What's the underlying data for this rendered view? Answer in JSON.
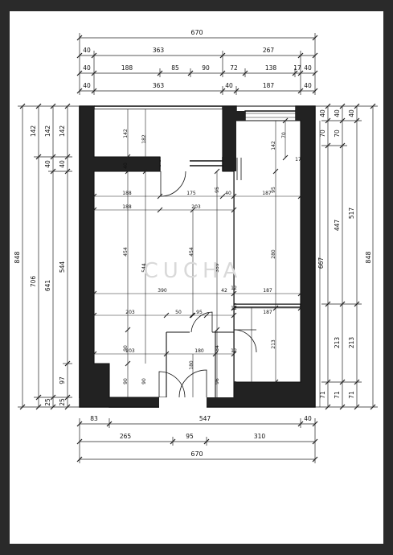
{
  "diagram": {
    "watermark": "CUCHA",
    "top_dims": {
      "row1": [
        "670"
      ],
      "row2": [
        "40",
        "363",
        "267"
      ],
      "row3": [
        "40",
        "188",
        "85",
        "90",
        "72",
        "138",
        "17",
        "40"
      ],
      "row4": [
        "40",
        "363",
        "40",
        "187",
        "40"
      ]
    },
    "bottom_dims": {
      "row1": [
        "83",
        "547",
        "40"
      ],
      "row2": [
        "265",
        "95",
        "310"
      ],
      "row3": [
        "670"
      ]
    },
    "left_dims": {
      "col1": [
        "848"
      ],
      "col2": [
        "142",
        "706"
      ],
      "col3": [
        "142",
        "40",
        "641",
        "25"
      ],
      "col4": [
        "142",
        "40",
        "544",
        "97",
        "25"
      ]
    },
    "right_dims": {
      "col1": [
        "40",
        "70",
        "447",
        "213",
        "71"
      ],
      "col2": [
        "40",
        "70",
        "517",
        "71"
      ],
      "col3": [
        "40",
        "213",
        "71"
      ],
      "col4": [
        "848"
      ]
    },
    "inner_labels": {
      "l142a": "142",
      "l182": "182",
      "l40a": "40",
      "l188a": "188",
      "l175": "175",
      "l95a": "95",
      "l40b": "40",
      "l187a": "187",
      "l95b": "95",
      "l188b": "188",
      "l203a": "203",
      "l454a": "454",
      "l544": "544",
      "l454b": "454",
      "l359": "359",
      "l280": "280",
      "l390": "390",
      "l12a": "12",
      "l187b": "187",
      "l203b": "203",
      "l50": "50",
      "l95c": "95",
      "l42": "42",
      "l187c": "187",
      "l12b": "12",
      "l90a": "90",
      "l203c": "203",
      "l180a": "180",
      "l84": "84",
      "l213": "213",
      "l12c": "12",
      "l90b": "90",
      "l90c": "90",
      "l180b": "180",
      "l96": "96",
      "l70": "70",
      "l142b": "142",
      "l17": "17",
      "l667": "667"
    }
  }
}
